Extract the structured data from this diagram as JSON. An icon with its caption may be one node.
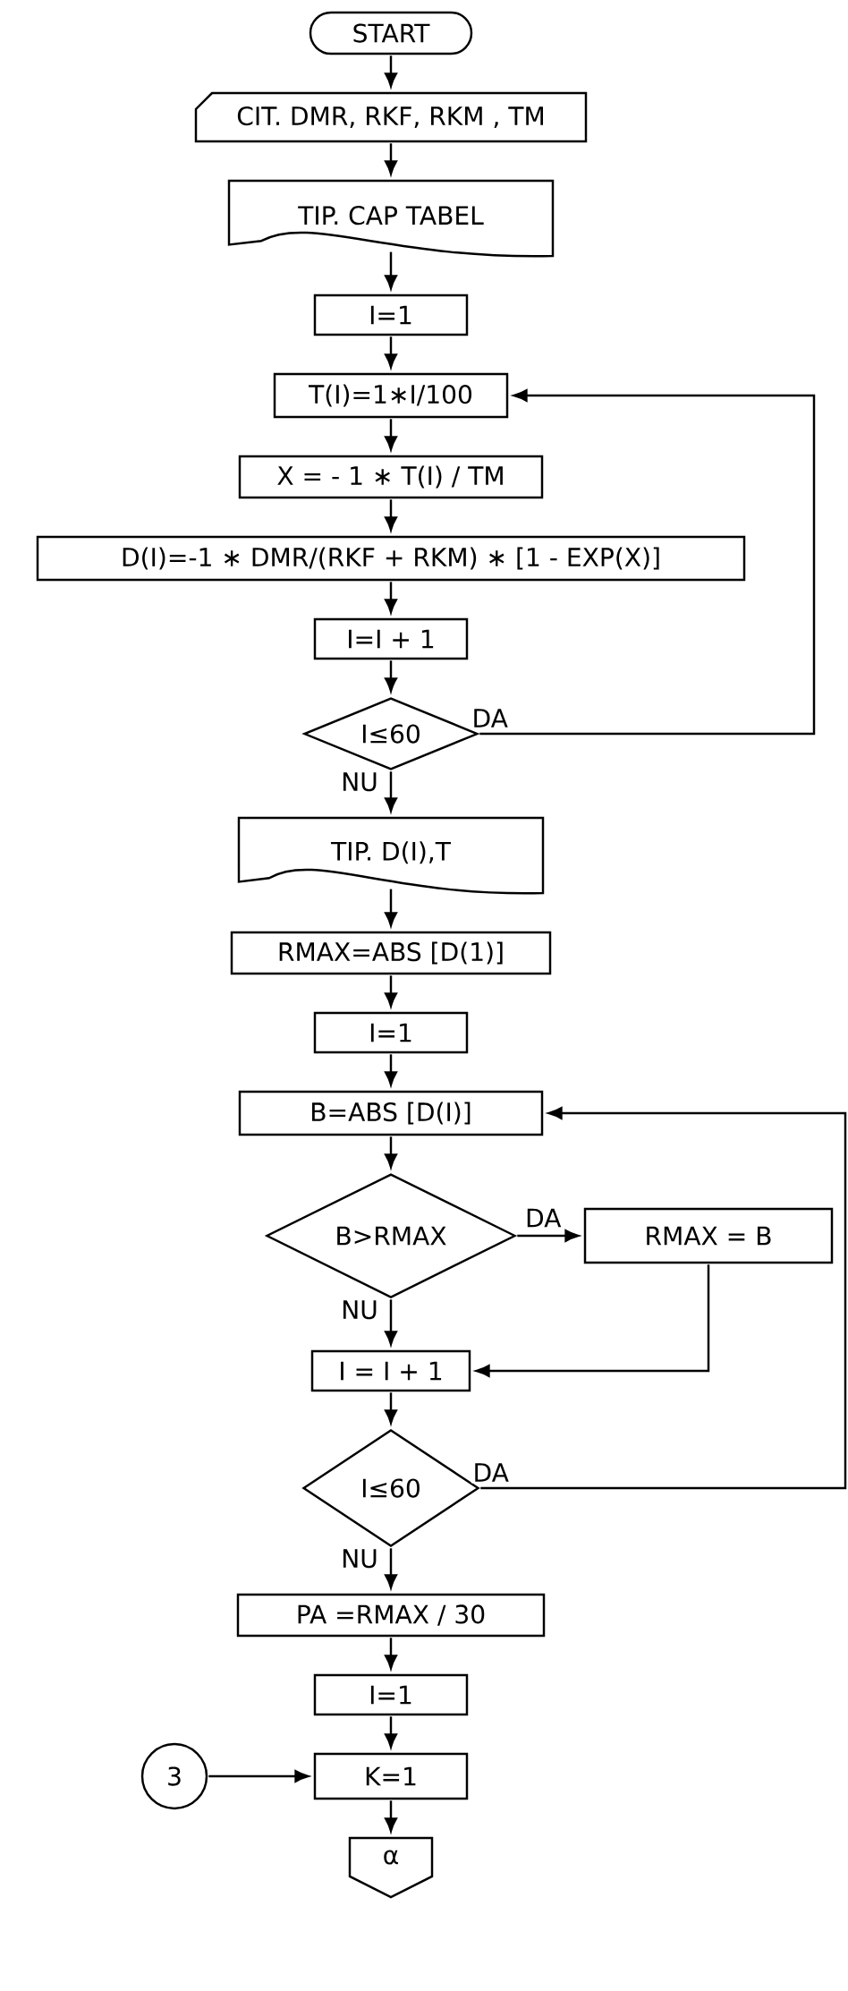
{
  "diagram": {
    "nodes": [
      {
        "text": [
          "START"
        ]
      },
      {
        "text": [
          "CIT. DMR, RKF, RKM , TM"
        ]
      },
      {
        "text": [
          "TIP. CAP TABEL"
        ]
      },
      {
        "text": [
          "I=1"
        ]
      },
      {
        "text": [
          "T(I)=1∗I/100"
        ]
      },
      {
        "text": [
          "X = - 1 ∗ T(I) / TM"
        ]
      },
      {
        "text": [
          "D(I)=-1 ∗ DMR/(RKF + RKM) ∗ [1 - EXP(X)]"
        ]
      },
      {
        "text": [
          "I=I + 1"
        ]
      },
      {
        "text": [
          "I≤60"
        ]
      },
      {
        "text": [
          "TIP. D(I),T"
        ]
      },
      {
        "text": [
          "RMAX=ABS [D(1)]"
        ]
      },
      {
        "text": [
          "I=1"
        ]
      },
      {
        "text": [
          "B=ABS [D(I)]"
        ]
      },
      {
        "text": [
          "B>RMAX"
        ]
      },
      {
        "text": [
          "RMAX = B"
        ]
      },
      {
        "text": [
          "I = I + 1"
        ]
      },
      {
        "text": [
          "I≤60"
        ]
      },
      {
        "text": [
          "PA =RMAX / 30"
        ]
      },
      {
        "text": [
          "I=1"
        ]
      },
      {
        "text": [
          "K=1"
        ]
      },
      {
        "text": [
          "3"
        ]
      },
      {
        "text": [
          "α"
        ]
      }
    ],
    "edges": [
      {
        "from": 0,
        "to": 1,
        "arrow": "to"
      },
      {
        "from": 1,
        "to": 2,
        "arrow": "to"
      },
      {
        "from": 2,
        "to": 3,
        "arrow": "to"
      },
      {
        "from": 3,
        "to": 4,
        "arrow": "to"
      },
      {
        "from": 4,
        "to": 5,
        "arrow": "to"
      },
      {
        "from": 5,
        "to": 6,
        "arrow": "to"
      },
      {
        "from": 6,
        "to": 7,
        "arrow": "to"
      },
      {
        "from": 7,
        "to": 8,
        "arrow": "to"
      },
      {
        "from": 8,
        "to": 4,
        "arrow": "to",
        "label": "DA"
      },
      {
        "from": 8,
        "to": 9,
        "arrow": "to",
        "label": "NU"
      },
      {
        "from": 9,
        "to": 10,
        "arrow": "to"
      },
      {
        "from": 10,
        "to": 11,
        "arrow": "to"
      },
      {
        "from": 11,
        "to": 12,
        "arrow": "to"
      },
      {
        "from": 12,
        "to": 13,
        "arrow": "to"
      },
      {
        "from": 13,
        "to": 14,
        "arrow": "to",
        "label": "DA"
      },
      {
        "from": 14,
        "to": 15,
        "arrow": "to"
      },
      {
        "from": 13,
        "to": 15,
        "arrow": "to",
        "label": "NU"
      },
      {
        "from": 15,
        "to": 16,
        "arrow": "to"
      },
      {
        "from": 16,
        "to": 12,
        "arrow": "to",
        "label": "DA"
      },
      {
        "from": 16,
        "to": 17,
        "arrow": "to",
        "label": "NU"
      },
      {
        "from": 17,
        "to": 18,
        "arrow": "to"
      },
      {
        "from": 18,
        "to": 19,
        "arrow": "to"
      },
      {
        "from": 20,
        "to": 19,
        "arrow": "to"
      },
      {
        "from": 19,
        "to": 21,
        "arrow": "to"
      }
    ]
  }
}
